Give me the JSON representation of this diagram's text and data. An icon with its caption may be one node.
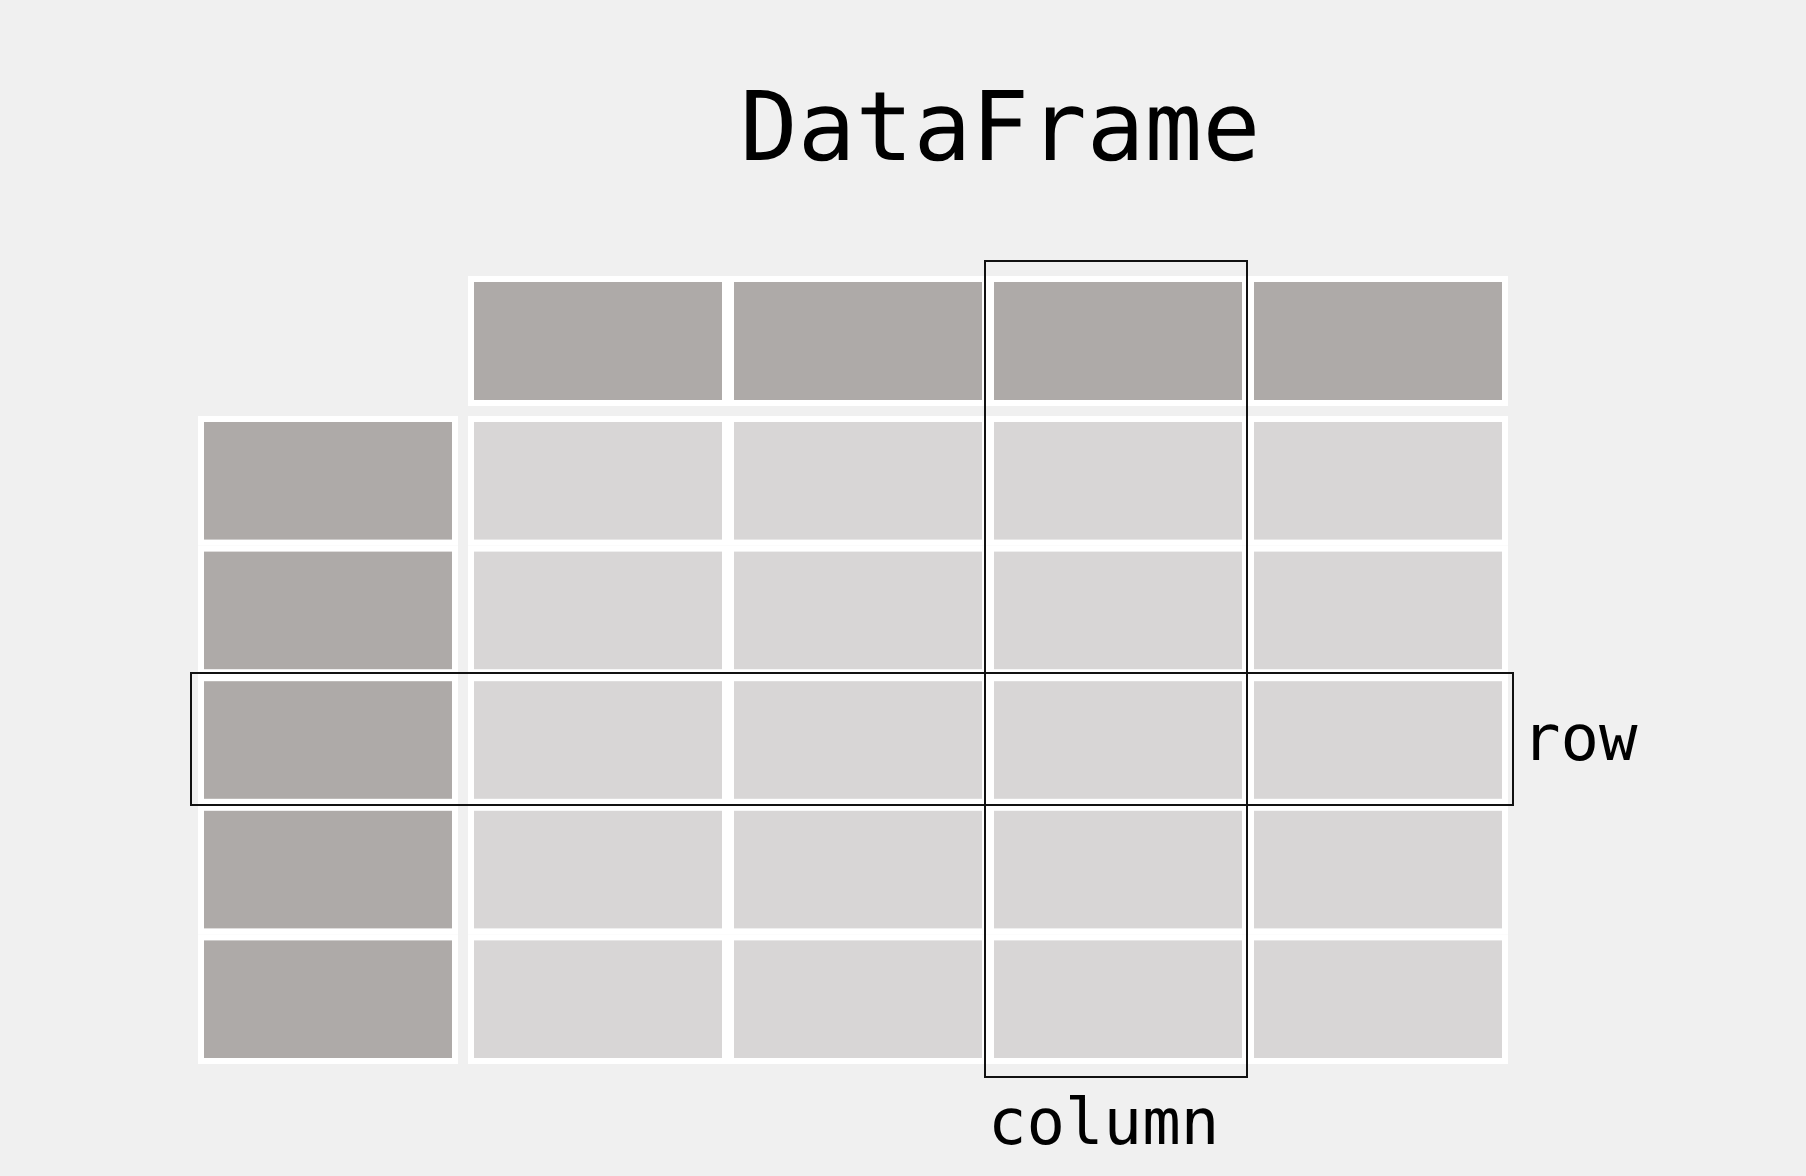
{
  "diagram": {
    "title": "DataFrame",
    "labels": [
      "row",
      "column"
    ]
  }
}
